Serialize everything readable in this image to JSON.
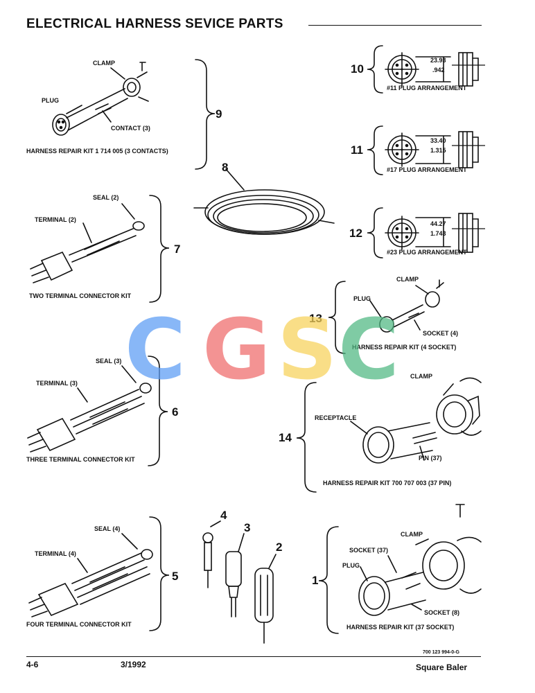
{
  "header": {
    "title": "ELECTRICAL HARNESS SEVICE PARTS"
  },
  "watermark": {
    "letters": [
      {
        "char": "C",
        "color": "#5b9cf5"
      },
      {
        "char": "G",
        "color": "#ef6a6a"
      },
      {
        "char": "S",
        "color": "#f7d25a"
      },
      {
        "char": "C",
        "color": "#4fb882"
      }
    ]
  },
  "items": {
    "i9": {
      "num": "9",
      "caption": "HARNESS REPAIR KIT 1 714 005 (3 CONTACTS)",
      "labels": {
        "clamp": "CLAMP",
        "plug": "PLUG",
        "contact": "CONTACT (3)"
      }
    },
    "i8": {
      "num": "8"
    },
    "i10": {
      "num": "10",
      "caption": "#11 PLUG ARRANGEMENT",
      "dim_top": "23.93",
      "dim_bottom": ".942"
    },
    "i11": {
      "num": "11",
      "caption": "#17 PLUG ARRANGEMENT",
      "dim_top": "33.40",
      "dim_bottom": "1.315"
    },
    "i12": {
      "num": "12",
      "caption": "#23 PLUG ARRANGEMENT",
      "dim_top": "44.27",
      "dim_bottom": "1.743"
    },
    "i7": {
      "num": "7",
      "caption": "TWO TERMINAL CONNECTOR KIT",
      "labels": {
        "seal": "SEAL (2)",
        "terminal": "TERMINAL (2)"
      }
    },
    "i13": {
      "num": "13",
      "caption": "HARNESS REPAIR KIT (4 SOCKET)",
      "labels": {
        "clamp": "CLAMP",
        "plug": "PLUG",
        "socket": "SOCKET (4)"
      }
    },
    "i6": {
      "num": "6",
      "caption": "THREE TERMINAL CONNECTOR KIT",
      "labels": {
        "seal": "SEAL (3)",
        "terminal": "TERMINAL (3)"
      }
    },
    "i14": {
      "num": "14",
      "caption": "HARNESS REPAIR KIT 700 707 003 (37 PIN)",
      "labels": {
        "clamp": "CLAMP",
        "receptacle": "RECEPTACLE",
        "pin": "PIN (37)"
      }
    },
    "i5": {
      "num": "5",
      "caption": "FOUR TERMINAL CONNECTOR KIT",
      "labels": {
        "seal": "SEAL (4)",
        "terminal": "TERMINAL (4)"
      }
    },
    "i4": {
      "num": "4"
    },
    "i3": {
      "num": "3"
    },
    "i2": {
      "num": "2"
    },
    "i1": {
      "num": "1",
      "caption": "HARNESS REPAIR KIT (37 SOCKET)",
      "labels": {
        "clamp": "CLAMP",
        "socket37": "SOCKET (37)",
        "plug": "PLUG",
        "socket8": "SOCKET (8)"
      }
    }
  },
  "footer": {
    "doc_number": "700 123 994-0-G",
    "page": "4-6",
    "date": "3/1992",
    "product": "Square Baler"
  }
}
